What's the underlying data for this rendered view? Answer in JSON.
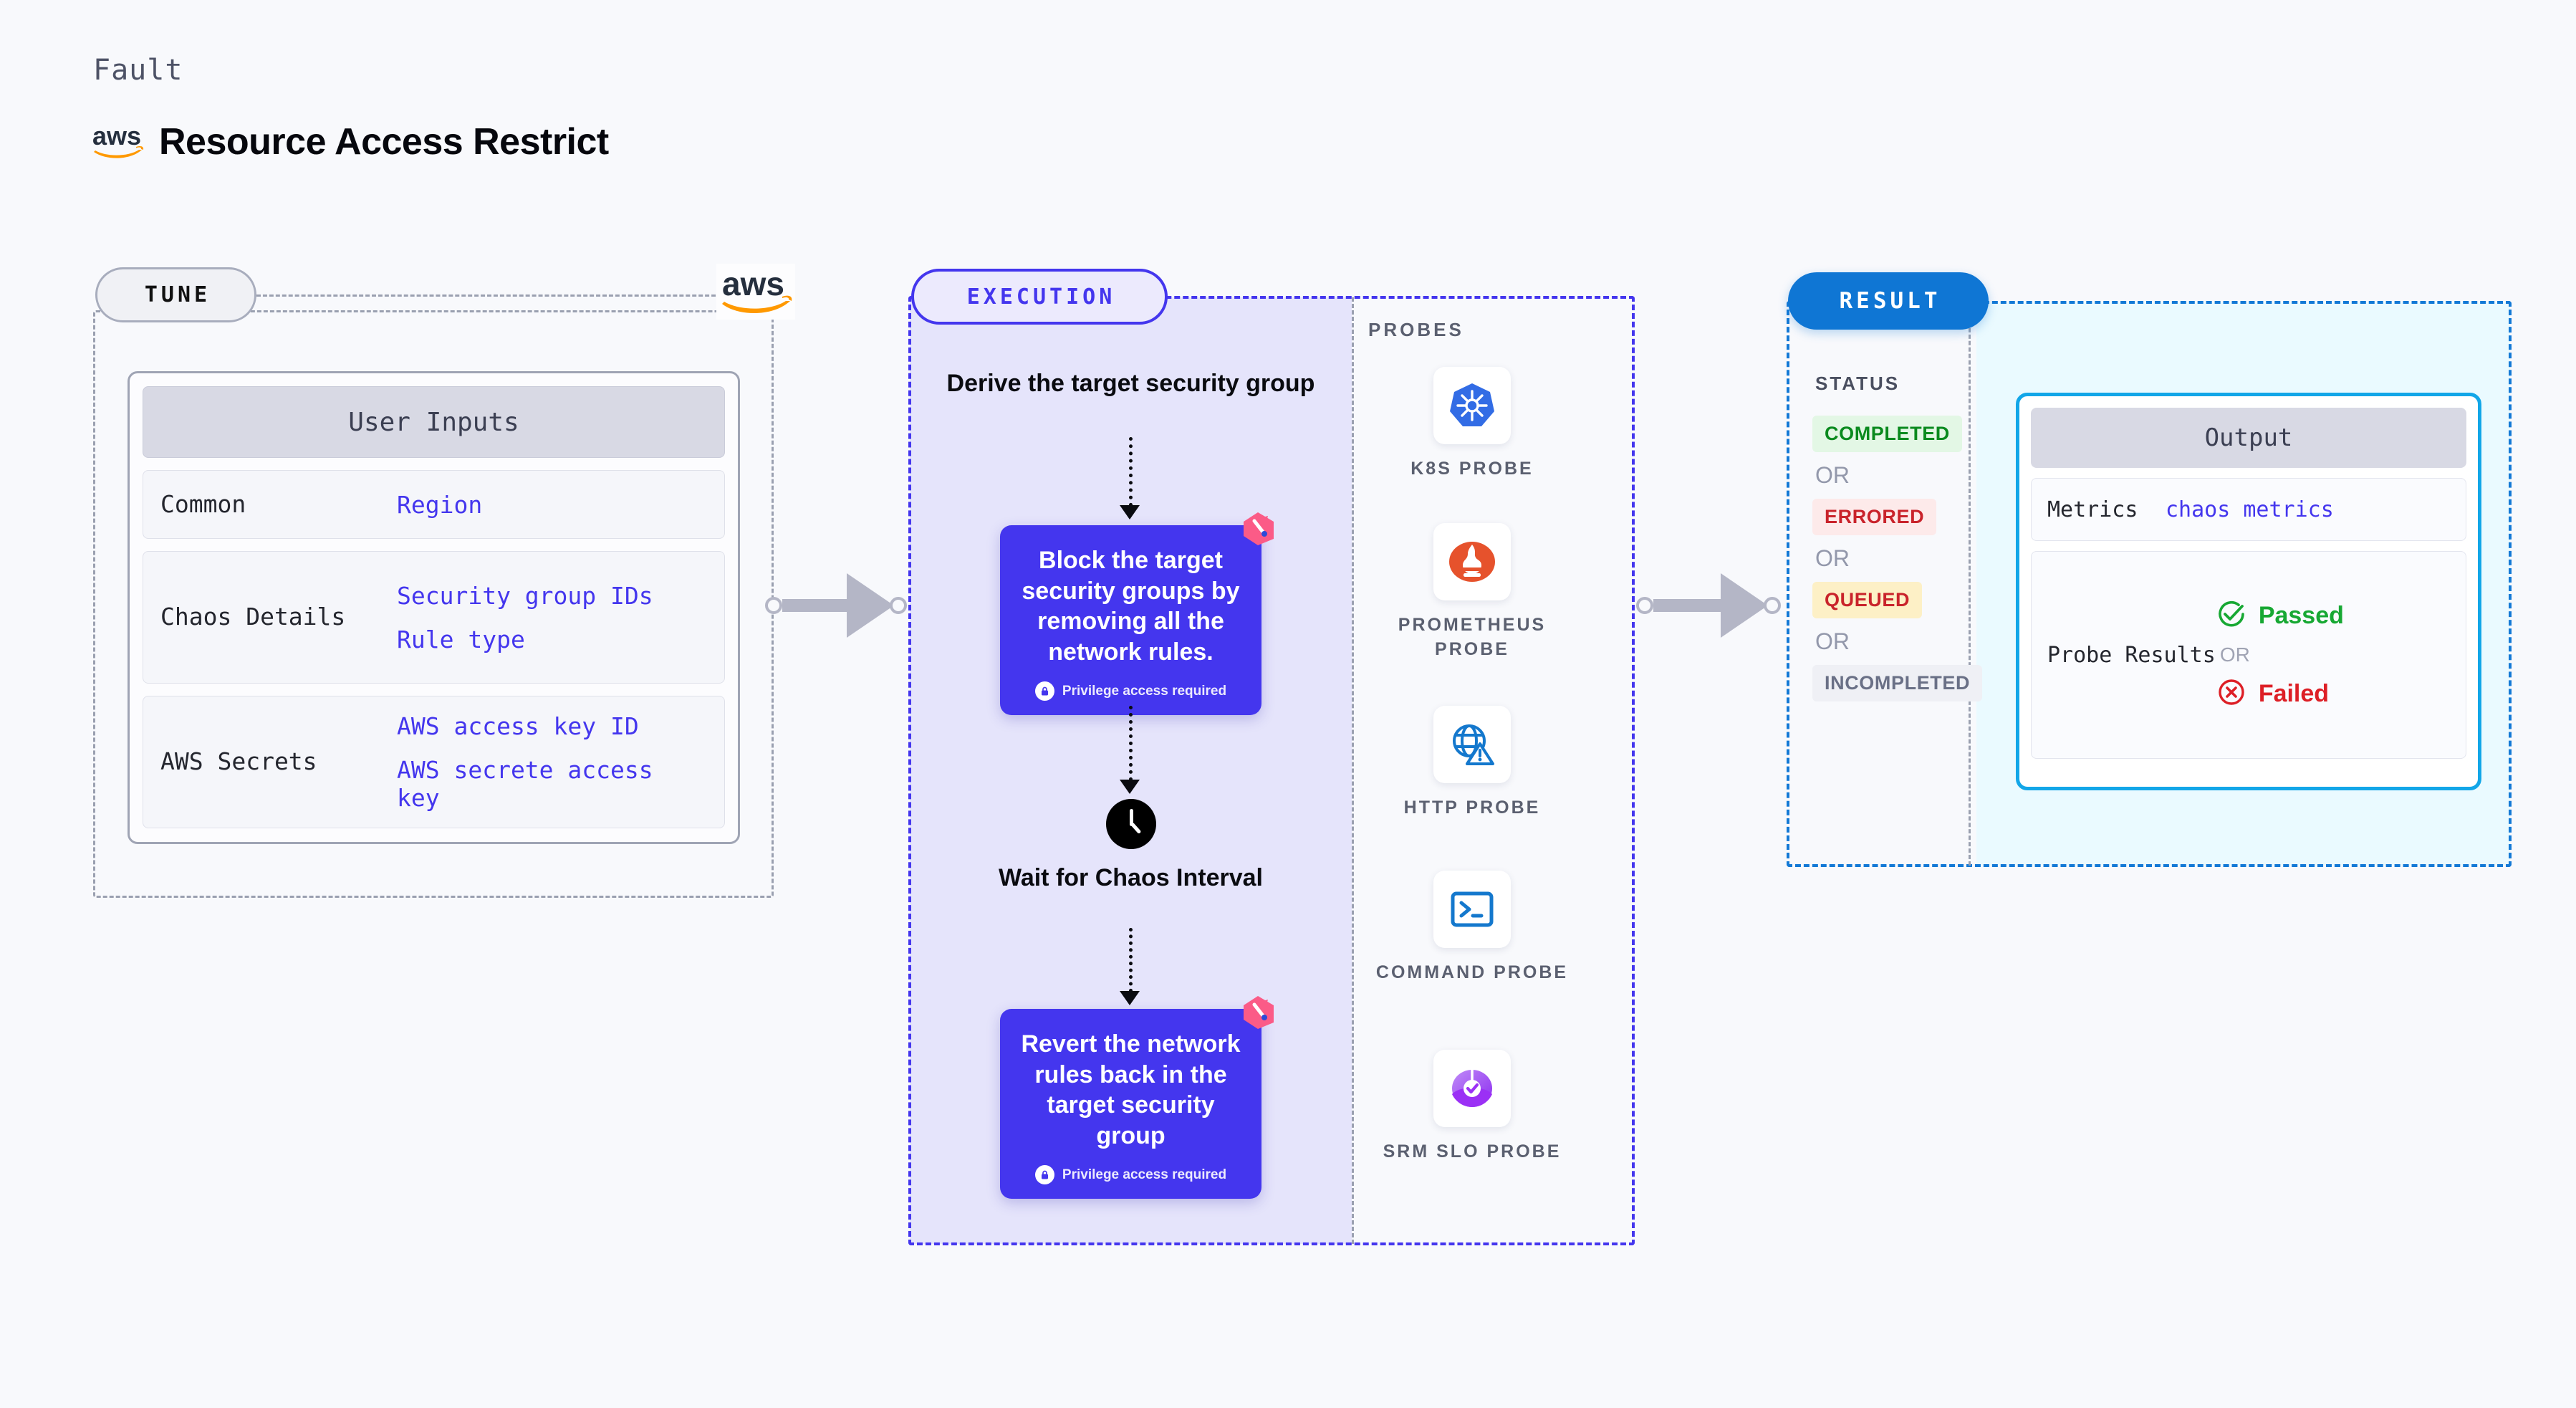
{
  "header": {
    "kicker": "Fault",
    "logo_icon": "aws-logo",
    "title": "Resource Access Restrict"
  },
  "tune": {
    "pill_label": "TUNE",
    "provider_icon": "aws-logo",
    "card_title": "User Inputs",
    "rows": [
      {
        "label": "Common",
        "values": [
          "Region"
        ]
      },
      {
        "label": "Chaos Details",
        "values": [
          "Security group IDs",
          "Rule type"
        ]
      },
      {
        "label": "AWS Secrets",
        "values": [
          "AWS access key ID",
          "AWS secrete access key"
        ]
      }
    ]
  },
  "execution": {
    "pill_label": "EXECUTION",
    "step1_label": "Derive the target security group",
    "card1_text": "Block the target security groups by removing all the network rules.",
    "card1_privilege": "Privilege access required",
    "wait_label": "Wait for Chaos Interval",
    "wait_icon": "clock-icon",
    "card2_text": "Revert the network rules back in the target security group",
    "card2_privilege": "Privilege access required",
    "card_badge_icon": "harness-chaos-icon",
    "lock_icon": "lock-icon",
    "accent_color": "#4436ee"
  },
  "probes": {
    "section_label": "PROBES",
    "items": [
      {
        "name": "K8S PROBE",
        "icon": "kubernetes-icon"
      },
      {
        "name": "PROMETHEUS PROBE",
        "icon": "prometheus-icon"
      },
      {
        "name": "HTTP PROBE",
        "icon": "globe-warning-icon"
      },
      {
        "name": "COMMAND PROBE",
        "icon": "terminal-icon"
      },
      {
        "name": "SRM SLO PROBE",
        "icon": "srm-slo-icon"
      }
    ]
  },
  "result": {
    "pill_label": "RESULT",
    "status_label": "STATUS",
    "or_label": "OR",
    "statuses": [
      {
        "text": "COMPLETED",
        "fg": "#0a8a1e",
        "bg": "#e3f7e5"
      },
      {
        "text": "ERRORED",
        "fg": "#c9232b",
        "bg": "#fdeaea"
      },
      {
        "text": "QUEUED",
        "fg": "#c9232b",
        "bg": "#fdf0c6"
      },
      {
        "text": "INCOMPLETED",
        "fg": "#6a7086",
        "bg": "#eff0f5"
      }
    ],
    "output": {
      "title": "Output",
      "metrics_label": "Metrics",
      "metrics_value": "chaos metrics",
      "probe_results_label": "Probe Results",
      "passed_label": "Passed",
      "passed_icon": "check-circle-icon",
      "passed_color": "#17a833",
      "or_label": "OR",
      "failed_label": "Failed",
      "failed_icon": "x-circle-icon",
      "failed_color": "#dd1f26"
    },
    "accent_color": "#1379d6"
  }
}
